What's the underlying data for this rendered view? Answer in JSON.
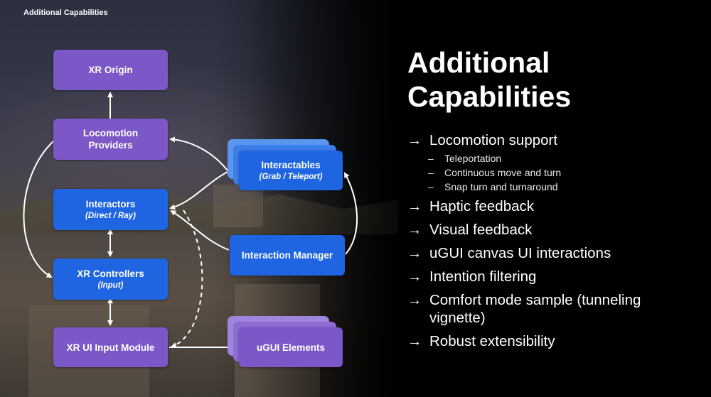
{
  "header_label": "Additional Capabilities",
  "colors": {
    "purple": "#7b57c7",
    "blue": "#1f64e0"
  },
  "diagram": {
    "xr_origin": {
      "title": "XR Origin"
    },
    "locomotion_providers": {
      "title": "Locomotion\nProviders"
    },
    "interactors": {
      "title": "Interactors",
      "subtitle": "(Direct / Ray)"
    },
    "xr_controllers": {
      "title": "XR Controllers",
      "subtitle": "(Input)"
    },
    "xr_ui_input_module": {
      "title": "XR UI Input Module"
    },
    "interactables": {
      "title": "Interactables",
      "subtitle": "(Grab / Teleport)"
    },
    "interaction_manager": {
      "title": "Interaction Manager"
    },
    "ugui_elements": {
      "title": "uGUI Elements"
    }
  },
  "panel": {
    "title": "Additional\nCapabilities",
    "arrow_glyph": "→",
    "dash_glyph": "–",
    "bullets": [
      {
        "text": "Locomotion support",
        "subs": [
          "Teleportation",
          "Continuous move and turn",
          "Snap turn and turnaround"
        ]
      },
      {
        "text": "Haptic feedback"
      },
      {
        "text": "Visual feedback"
      },
      {
        "text": "uGUI canvas UI interactions"
      },
      {
        "text": "Intention filtering"
      },
      {
        "text": "Comfort mode sample (tunneling vignette)"
      },
      {
        "text": "Robust extensibility"
      }
    ]
  }
}
